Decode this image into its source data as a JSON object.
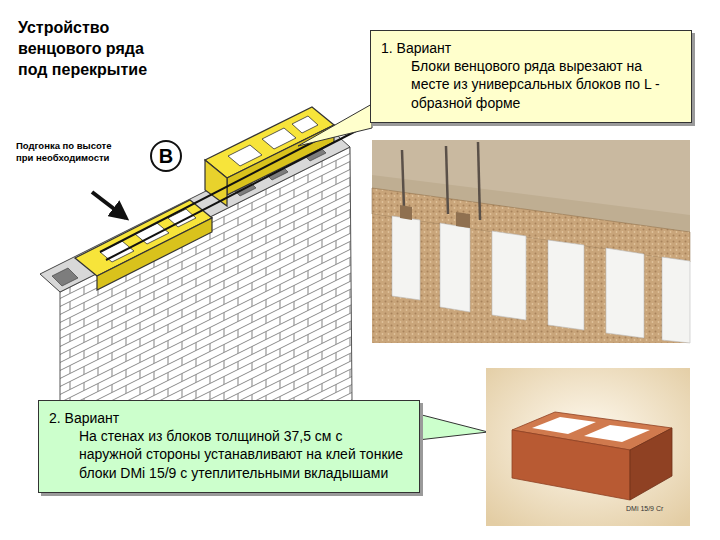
{
  "diagram": {
    "title": "Устройство венцового ряда под перекрытие",
    "nodes": [
      {
        "text": [
          "1. Вариант",
          "Блоки венцового ряда вырезают на месте из универсальных блоков по L - образной форме"
        ]
      },
      {
        "text": [
          "2. Вариант",
          "На стенах из блоков толщиной 37,5 см с наружной стороны устанавливают на клей тонкие блоки DMi 15/9 с утеплительными вкладышами"
        ]
      }
    ],
    "labels": [
      "Подгонка по высоте при необходимости",
      "В",
      "DMi 15/9 Cr"
    ]
  }
}
